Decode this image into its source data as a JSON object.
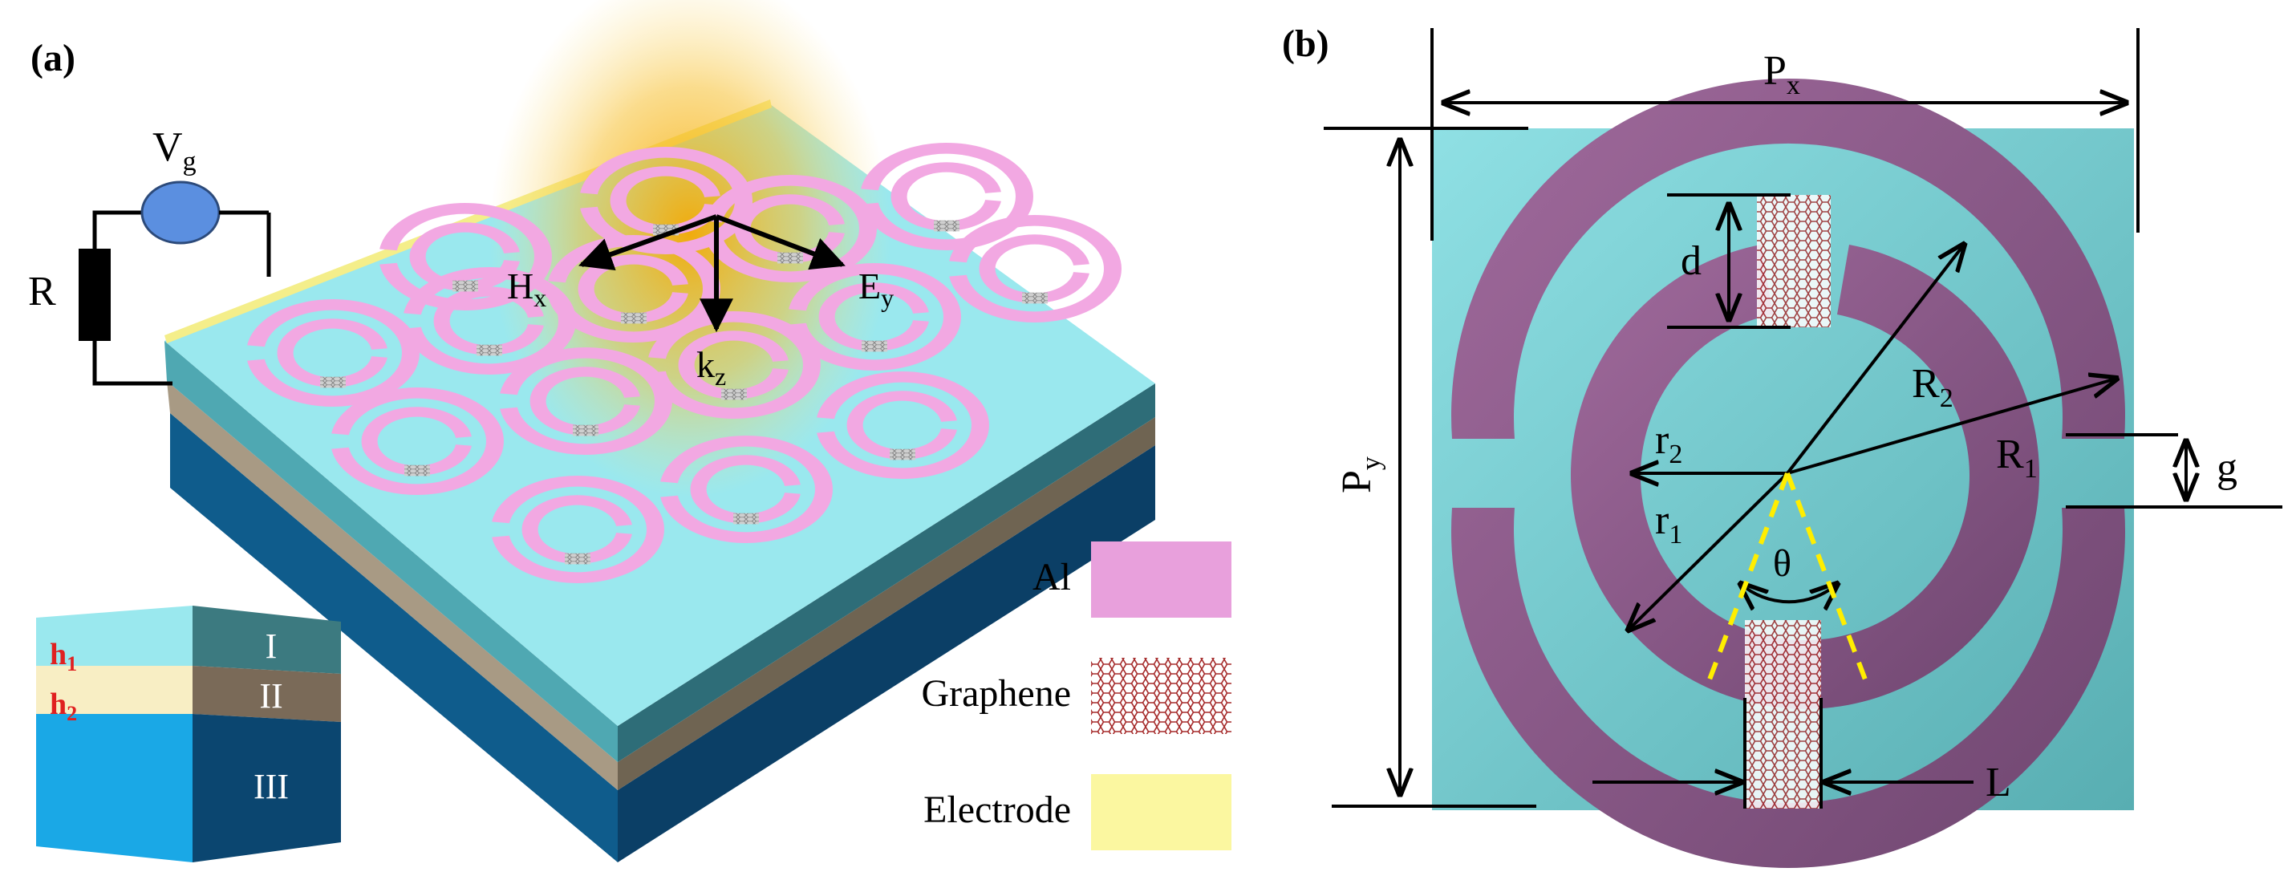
{
  "panels": {
    "a": {
      "label": "(a)",
      "circuit": {
        "source": "V",
        "source_sub": "g",
        "resistor": "R"
      },
      "field": {
        "h": "H",
        "h_sub": "x",
        "e": "E",
        "e_sub": "y",
        "k": "k",
        "k_sub": "z"
      },
      "layers": {
        "h1": "h",
        "h1_sub": "1",
        "h2": "h",
        "h2_sub": "2",
        "l1": "I",
        "l2": "II",
        "l3": "III"
      },
      "legend": [
        {
          "label": "Al",
          "color": "#e8a0dc"
        },
        {
          "label": "Graphene",
          "color": "#b03030"
        },
        {
          "label": "Electrode",
          "color": "#fbf7a0"
        }
      ]
    },
    "b": {
      "label": "(b)",
      "dims": {
        "px": "P",
        "px_sub": "x",
        "py": "P",
        "py_sub": "y",
        "d": "d",
        "R2": "R",
        "R2_sub": "2",
        "R1": "R",
        "R1_sub": "1",
        "r2": "r",
        "r2_sub": "2",
        "r1": "r",
        "r1_sub": "1",
        "g": "g",
        "theta": "θ",
        "L": "L"
      }
    }
  },
  "colors": {
    "substrate_top": "#9ee6ea",
    "ring": "#e8a0dc",
    "cell_bg": "#6cc8cc",
    "ring_b": "#8a5a86",
    "glow": "#f5b21a",
    "field_arrow": "#000000",
    "dashed": "#ffee00"
  }
}
